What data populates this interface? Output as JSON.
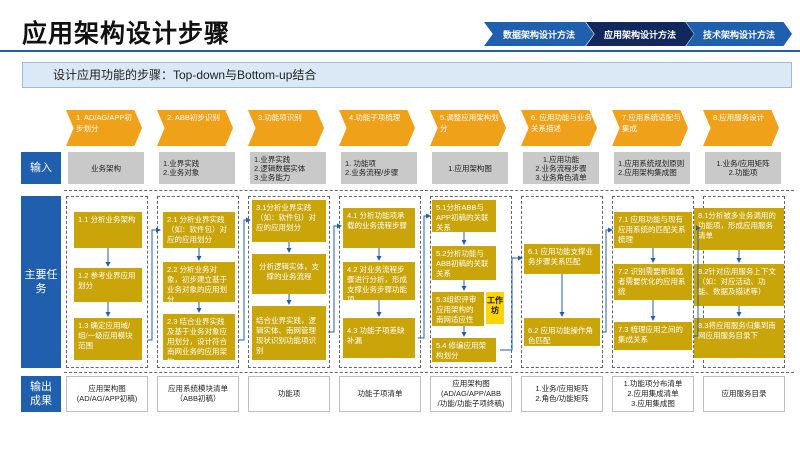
{
  "title": "应用架构设计步骤",
  "nav": [
    "数据架构设计方法",
    "应用架构设计方法",
    "技术架构设计方法"
  ],
  "subtitle": "设计应用功能的步骤：Top-down与Bottom-up结合",
  "row_labels": {
    "input": "输入",
    "tasks": "主要任务",
    "output": "输出成果"
  },
  "columns": [
    {
      "header": "1. AD/AG/APP初步划分",
      "input": "业务架构",
      "output": "应用架构图\n(AD/AG/APP初稿)",
      "tasks": [
        "1.1 分析业务架构",
        "1.2 参考业界应用划分",
        "1.3 确定应用域/组/一级应用模块范围"
      ]
    },
    {
      "header": "2. ABB初步识别",
      "input": "1.业界实践\n2.业务对象",
      "output": "应用系统模块清单\n（ABB初稿）",
      "tasks": [
        "2.1 分析业界实践（如：软件包）对应的应用划分",
        "2.2 分析业务对象，初步建立基于业务对象的应用划分",
        "2.3 结合业界实践及基于业务对象应用划分，设计符合南网业务的应用架构"
      ]
    },
    {
      "header": "3.功能项识别",
      "input": "1.业界实践\n2.逻辑数据实体\n3.业务能力",
      "output": "功能项",
      "tasks": [
        "3.1分析业界实践（如：软件包）对应的应用划分",
        "分析逻辑实体，支撑的业务流程",
        "结合业界实践，逻辑实体、南网管理现状识别功能项识别"
      ]
    },
    {
      "header": "4.功能子项梳理",
      "input": "1. 功能项\n2.业务流程/步骤",
      "output": "功能子项清单",
      "tasks": [
        "4.1 分析功能项承载的业务流程步骤",
        "4.2 对业务流程步骤进行分析，形成支撑业务步骤功能项",
        "4.3 功能子项差缺补漏"
      ]
    },
    {
      "header": "5.调整应用架构划分",
      "input": "1.应用架构图",
      "output": "应用架构图\n(AD/AG/APP/ABB\n/功能/功能子项终稿)",
      "tasks": [
        "5.1分析ABB与APP初稿的关联关系",
        "5.2分析功能与ABB初稿的关联关系",
        "5.3组织评审应用架构的南网适应性",
        "5.4 修编应用架构划分"
      ],
      "badge": "工作坊"
    },
    {
      "header": "6. 应用功能与业务关系描述",
      "input": "1.应用功能\n2.业务流程步骤\n3.业务角色清单",
      "output": "1.业务/应用矩阵\n2.角色/功能矩阵",
      "tasks": [
        "6.1 应用功能支撑业务步骤关系匹配",
        "6.2 应用功能操作角色匹配"
      ]
    },
    {
      "header": "7.应用系统适配与集成",
      "input": "1.应用系统规划原则\n2.应用架构集成图",
      "output": "1.功能项分布清单\n2.应用集成清单\n3.应用集成图",
      "tasks": [
        "7.1 应用功能与现有应用系统的匹配关系梳理",
        "7.2 识别需要新增或者需要优化的应用系统",
        "7.3 梳理应用之间的集成关系"
      ]
    },
    {
      "header": "8.应用服务设计",
      "input": "1.业务/应用矩阵\n2.功能项",
      "output": "应用服务目录",
      "tasks": [
        "8.1分析被多业务调用的功能项，形成应用服务清单",
        "8.2针对应用服务上下文（如：对应活动、功能、数据及描述等）",
        "8.3将应用服务归集到南网应用服务目录下"
      ]
    }
  ]
}
